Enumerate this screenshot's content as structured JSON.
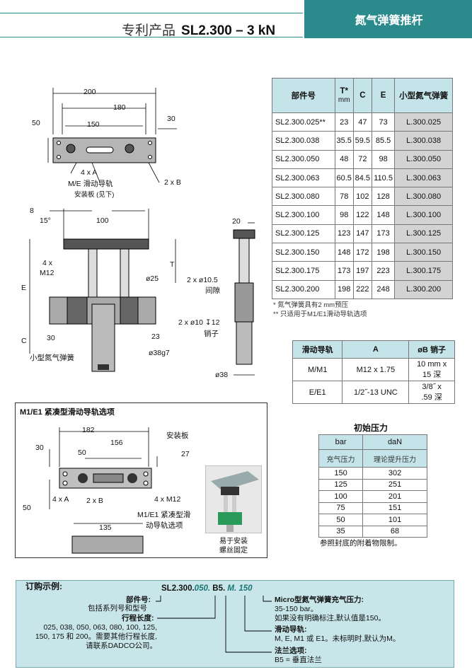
{
  "banner": "氮气弹簧推杆",
  "title_prefix": "专利产品",
  "title_model": "SL2.300 – 3 kN",
  "main_table": {
    "headers": [
      "部件号",
      "T*",
      "C",
      "E",
      "小型氮气弹簧"
    ],
    "t_unit": "mm",
    "rows": [
      [
        "SL2.300.025**",
        "23",
        "47",
        "73",
        "L.300.025"
      ],
      [
        "SL2.300.038",
        "35.5",
        "59.5",
        "85.5",
        "L.300.038"
      ],
      [
        "SL2.300.050",
        "48",
        "72",
        "98",
        "L.300.050"
      ],
      [
        "SL2.300.063",
        "60.5",
        "84.5",
        "110.5",
        "L.300.063"
      ],
      [
        "SL2.300.080",
        "78",
        "102",
        "128",
        "L.300.080"
      ],
      [
        "SL2.300.100",
        "98",
        "122",
        "148",
        "L.300.100"
      ],
      [
        "SL2.300.125",
        "123",
        "147",
        "173",
        "L.300.125"
      ],
      [
        "SL2.300.150",
        "148",
        "172",
        "198",
        "L.300.150"
      ],
      [
        "SL2.300.175",
        "173",
        "197",
        "223",
        "L.300.175"
      ],
      [
        "SL2.300.200",
        "198",
        "222",
        "248",
        "L.300.200"
      ]
    ],
    "note1": "* 氮气弹簧具有2 mm预压",
    "note2": "** 只适用于M1/E1滑动导轨选项"
  },
  "slide_table": {
    "headers": [
      "滑动导轨",
      "A",
      "øB 销子"
    ],
    "rows": [
      [
        "M/M1",
        "M12 x 1.75",
        "10 mm x",
        "15 深"
      ],
      [
        "E/E1",
        "1/2˝-13 UNC",
        "3/8˝ x",
        ".59 深"
      ]
    ]
  },
  "pressure": {
    "title": "初始压力",
    "h1": "bar",
    "h2": "daN",
    "s1": "充气压力",
    "s2": "理论提升压力",
    "rows": [
      [
        "150",
        "302"
      ],
      [
        "125",
        "251"
      ],
      [
        "100",
        "201"
      ],
      [
        "75",
        "151"
      ],
      [
        "50",
        "101"
      ],
      [
        "35",
        "68"
      ]
    ],
    "note": "参照封底的附着物限制。"
  },
  "drawing": {
    "d200": "200",
    "d180": "180",
    "d150": "150",
    "d50": "50",
    "d30": "30",
    "l4xA": "4 x A",
    "lslide": "M/E 滑动导轨",
    "lmount": "安装板 (见下)",
    "l2xB": "2 x B",
    "d8": "8",
    "d15": "15°",
    "d100": "100",
    "d20": "20",
    "l4x": "4 x",
    "lM12": "M12",
    "lT": "T",
    "lE": "E",
    "lC": "C",
    "d25": "ø25",
    "d30b": "30",
    "d23": "23",
    "l105": "2 x ø10.5",
    "lgap": "间隙",
    "l10": "2 x ø10 ↧12",
    "lpin": "销子",
    "lspring": "小型氮气弹簧",
    "d38g": "ø38g7",
    "d38": "ø38"
  },
  "m1": {
    "title": "M1/E1 紧凑型滑动导轨选项",
    "d182": "182",
    "d30": "30",
    "d50": "50",
    "d156": "156",
    "d27": "27",
    "d50b": "50",
    "d135": "135",
    "lplate": "安装板",
    "l4xA": "4 x A",
    "l2xB": "2 x B",
    "l4xM12": "4 x M12",
    "lslide1": "M1/E1 紧凑型滑",
    "lslide2": "动导轨选项",
    "photo1": "易于安装",
    "photo2": "螺丝固定"
  },
  "order": {
    "title": "订购示例:",
    "code_a": "SL2.300.",
    "code_b": "050.",
    "code_c": "B5.",
    "code_d": "M.",
    "code_e": "150",
    "part_label": "部件号:",
    "part_desc": "包括系列号和型号",
    "stroke_label": "行程长度:",
    "stroke_l1": "025, 038, 050, 063, 080, 100, 125,",
    "stroke_l2": "150, 175 和 200。需要其他行程长度,",
    "stroke_l3": "请联系DADCO公司。",
    "press_label": "Micro型氮气弹簧充气压力:",
    "press_l1": "35-150 bar。",
    "press_l2": "如果没有明确标注,默认值是150。",
    "slide_label": "滑动导轨:",
    "slide_l1": "M, E, M1 或 E1。未标明时,默认为M。",
    "flange_label": "法兰选项:",
    "flange_l1": "B5 = 垂直法兰"
  }
}
